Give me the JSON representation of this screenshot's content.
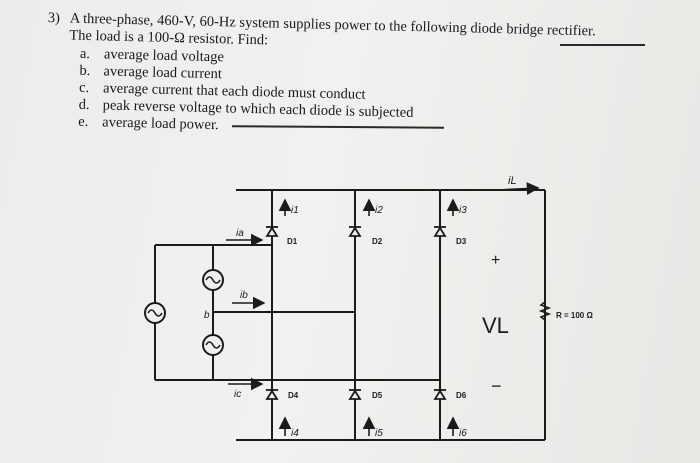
{
  "question": {
    "number": "3)",
    "line1": "A three-phase, 460-V, 60-Hz system supplies power to the following diode bridge rectifier.",
    "line2": "The load is a 100-Ω resistor. Find:",
    "parts": [
      {
        "letter": "a.",
        "text": "average load voltage"
      },
      {
        "letter": "b.",
        "text": "average load current"
      },
      {
        "letter": "c.",
        "text": "average current that each diode must conduct"
      },
      {
        "letter": "d.",
        "text": "peak reverse voltage to which each diode is subjected"
      },
      {
        "letter": "e.",
        "text": "average load power."
      }
    ]
  },
  "circuit": {
    "load_current_label": "iL",
    "phase_current_labels": [
      "ia",
      "ib",
      "ic"
    ],
    "node_label_b": "b",
    "upper_diodes": [
      "D1",
      "D2",
      "D3"
    ],
    "lower_diodes": [
      "D4",
      "D5",
      "D6"
    ],
    "upper_diode_currents": [
      "i1",
      "i2",
      "i3"
    ],
    "lower_diode_currents": [
      "i4",
      "i5",
      "i6"
    ],
    "voltage_label": "VL",
    "plus_sign": "+",
    "minus_sign": "−",
    "resistor_label": "R = 100 Ω",
    "source_symbol": "~"
  }
}
